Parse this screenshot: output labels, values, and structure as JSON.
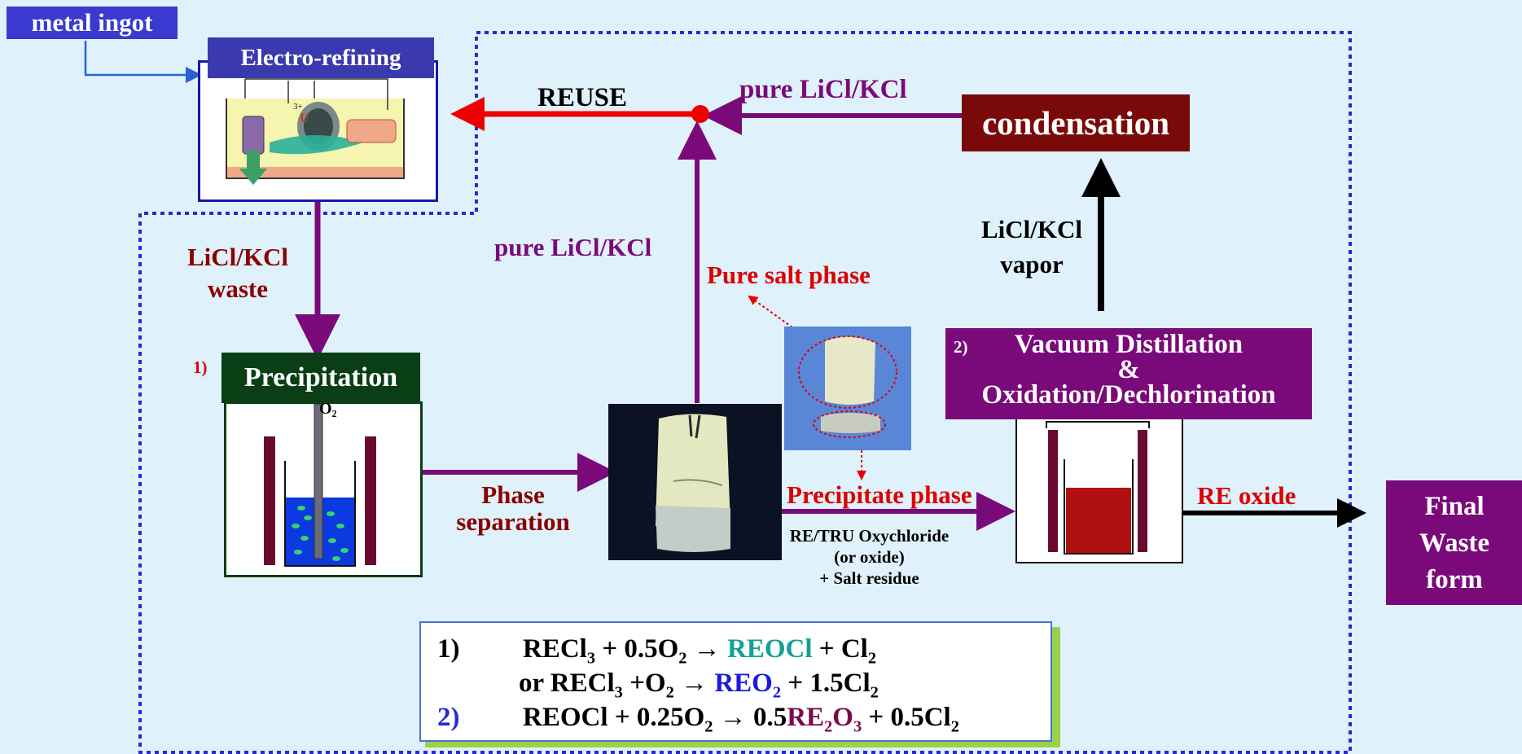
{
  "colors": {
    "background": "#dff1fa",
    "electro": "#3a3aae",
    "precipitation": "#0a3e14",
    "condensation": "#7a0a0a",
    "vacuum": "#7a0a7a",
    "final": "#7a0a7a",
    "purple_flow": "#7a0a7a",
    "red_flow": "#ee0000",
    "dark_red_text": "#8a0000",
    "red_text": "#dd0000"
  },
  "nodes": {
    "metal_ingot": "metal ingot",
    "electro_refining": "Electro-refining",
    "electro_u3": "3+",
    "electro_u": "U",
    "precipitation_num": "1)",
    "precipitation": "Precipitation",
    "o2": "O₂",
    "condensation": "condensation",
    "vacuum_num": "2)",
    "vacuum_line1": "Vacuum Distillation",
    "vacuum_line2": "&",
    "vacuum_line3": "Oxidation/Dechlorination",
    "final_line1": "Final",
    "final_line2": "Waste",
    "final_line3": "form"
  },
  "labels": {
    "reuse": "REUSE",
    "pure_salt_top": "pure LiCl/KCl",
    "pure_salt_left": "pure LiCl/KCl",
    "licl_waste_1": "LiCl/KCl",
    "licl_waste_2": "waste",
    "vapor_1": "LiCl/KCl",
    "vapor_2": "vapor",
    "pure_salt_phase": "Pure salt phase",
    "phase_sep_1": "Phase",
    "phase_sep_2": "separation",
    "precipitate_phase": "Precipitate phase",
    "oxy_1": "RE/TRU Oxychloride",
    "oxy_2": "(or oxide)",
    "oxy_3": "+ Salt residue",
    "re_oxide": "RE oxide"
  },
  "equations": {
    "eq1_num": "1)",
    "eq1_a": "RECl",
    "eq1_a_sub": "3",
    "eq1_b": " + 0.5O",
    "eq1_b_sub": "2",
    "eq1_c": "  → ",
    "eq1_product": "REOCl",
    "eq1_d": " + Cl",
    "eq1_d_sub": "2",
    "eq1b_a": "or RECl",
    "eq1b_a_sub": "3",
    "eq1b_b": " +O",
    "eq1b_b_sub": "2",
    "eq1b_c": " → ",
    "eq1b_product": "REO",
    "eq1b_product_sub": "2",
    "eq1b_d": " + 1.5Cl",
    "eq1b_d_sub": "2",
    "eq2_num": "2)",
    "eq2_a": "REOCl + 0.25O",
    "eq2_a_sub": "2",
    "eq2_b": "  → 0.5",
    "eq2_product": "RE",
    "eq2_product_sub1": "2",
    "eq2_product_o": "O",
    "eq2_product_sub2": "3",
    "eq2_c": " + 0.5Cl",
    "eq2_c_sub": "2"
  }
}
